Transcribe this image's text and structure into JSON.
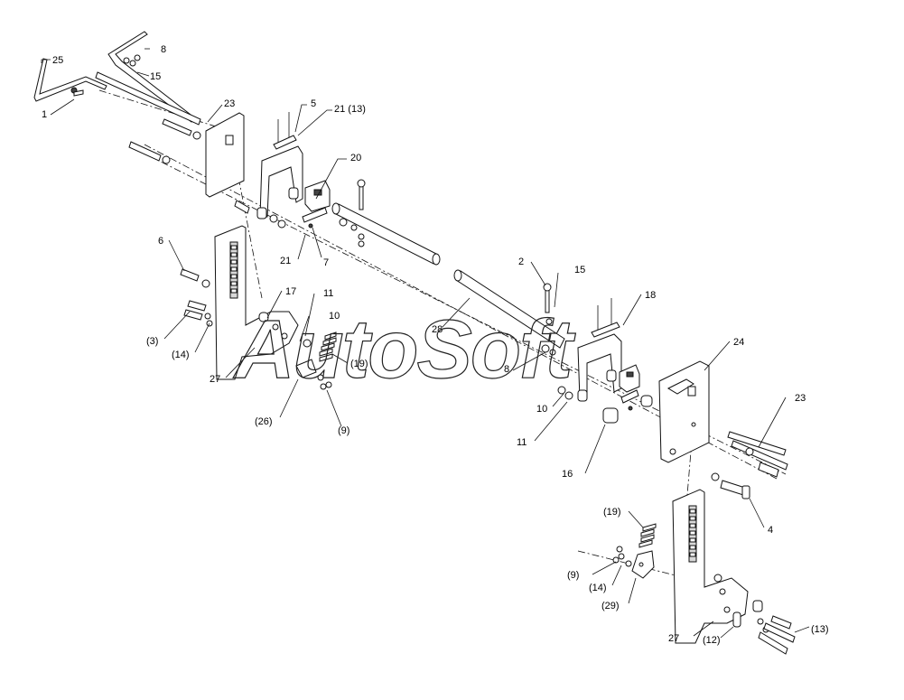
{
  "watermark": "AutoSoft",
  "callouts": [
    {
      "id": "c25",
      "text": "25"
    },
    {
      "id": "c8a",
      "text": "8"
    },
    {
      "id": "c15a",
      "text": "15"
    },
    {
      "id": "c1",
      "text": "1"
    },
    {
      "id": "c23a",
      "text": "23"
    },
    {
      "id": "c5",
      "text": "5"
    },
    {
      "id": "c21a",
      "text": "21 (13)"
    },
    {
      "id": "c20",
      "text": "20"
    },
    {
      "id": "c21b",
      "text": "21"
    },
    {
      "id": "c7",
      "text": "7"
    },
    {
      "id": "c6",
      "text": "6"
    },
    {
      "id": "c17",
      "text": "17"
    },
    {
      "id": "c11a",
      "text": "11"
    },
    {
      "id": "c10a",
      "text": "10"
    },
    {
      "id": "c3",
      "text": "(3)"
    },
    {
      "id": "c14a",
      "text": "(14)"
    },
    {
      "id": "c27a",
      "text": "27"
    },
    {
      "id": "c19a",
      "text": "(19)"
    },
    {
      "id": "c26",
      "text": "(26)"
    },
    {
      "id": "c9a",
      "text": "(9)"
    },
    {
      "id": "c28",
      "text": "28"
    },
    {
      "id": "c2",
      "text": "2"
    },
    {
      "id": "c15b",
      "text": "15"
    },
    {
      "id": "c18",
      "text": "18"
    },
    {
      "id": "c8b",
      "text": "8"
    },
    {
      "id": "c24",
      "text": "24"
    },
    {
      "id": "c10b",
      "text": "10"
    },
    {
      "id": "c11b",
      "text": "11"
    },
    {
      "id": "c23b",
      "text": "23"
    },
    {
      "id": "c16",
      "text": "16"
    },
    {
      "id": "c4",
      "text": "4"
    },
    {
      "id": "c19b",
      "text": "(19)"
    },
    {
      "id": "c9b",
      "text": "(9)"
    },
    {
      "id": "c14b",
      "text": "(14)"
    },
    {
      "id": "c29",
      "text": "(29)"
    },
    {
      "id": "c27b",
      "text": "27"
    },
    {
      "id": "c12",
      "text": "(12)"
    },
    {
      "id": "c13",
      "text": "(13)"
    }
  ]
}
